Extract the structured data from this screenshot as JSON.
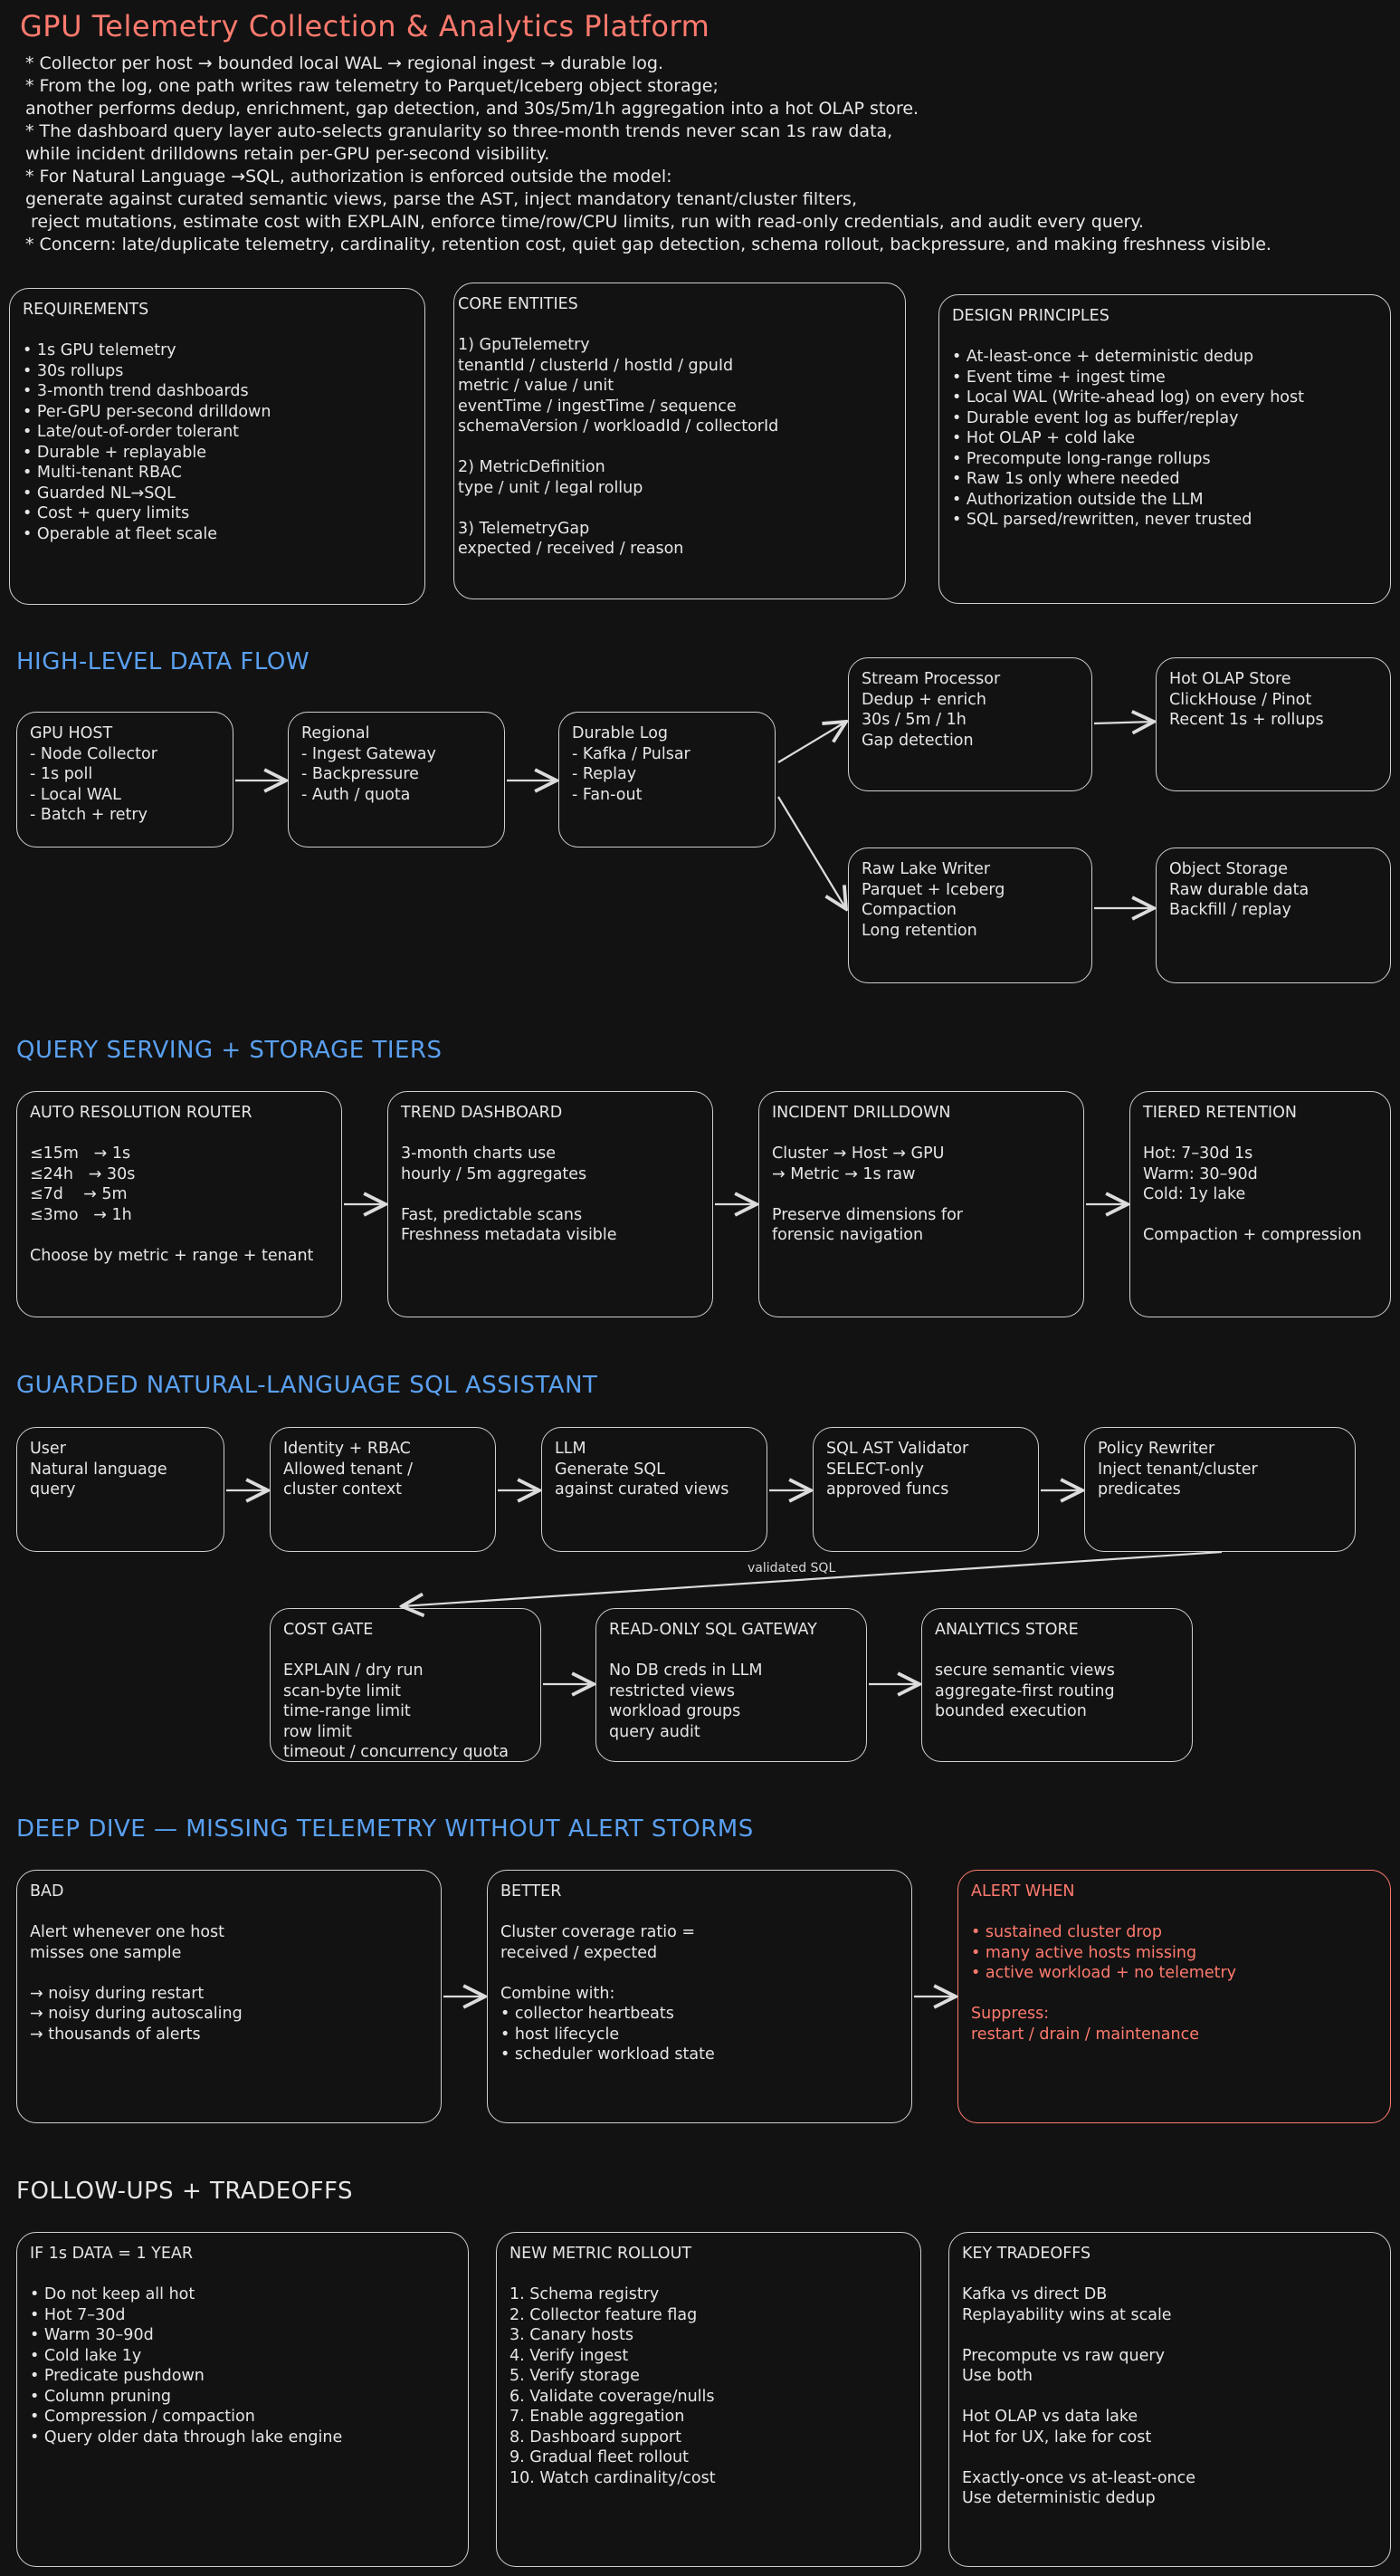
{
  "title": "GPU Telemetry Collection & Analytics Platform",
  "intro": [
    "* Collector per host → bounded local WAL → regional ingest → durable log.",
    "* From the log, one path writes raw telemetry to Parquet/Iceberg object storage;",
    "another performs dedup, enrichment, gap detection, and 30s/5m/1h aggregation into a hot OLAP store.",
    "* The dashboard query layer auto-selects granularity so three-month trends never scan 1s raw data,",
    "while incident drilldowns retain per-GPU per-second visibility.",
    "* For Natural Language →SQL, authorization is enforced outside the model:",
    "generate against curated semantic views, parse the AST, inject mandatory tenant/cluster filters,",
    " reject mutations, estimate cost with EXPLAIN, enforce time/row/CPU limits, run with read-only credentials, and audit every query.",
    "* Concern: late/duplicate telemetry, cardinality, retention cost, quiet gap detection, schema rollout, backpressure, and making freshness visible."
  ],
  "top_boxes": {
    "requirements": [
      "REQUIREMENTS",
      "",
      "• 1s GPU telemetry",
      "• 30s rollups",
      "• 3-month trend dashboards",
      "• Per-GPU per-second drilldown",
      "• Late/out-of-order tolerant",
      "• Durable + replayable",
      "• Multi-tenant RBAC",
      "• Guarded NL→SQL",
      "• Cost + query limits",
      "• Operable at fleet scale"
    ],
    "core_entities": [
      "CORE ENTITIES",
      "",
      "1) GpuTelemetry",
      "tenantId / clusterId / hostId / gpuId",
      "metric / value / unit",
      "eventTime / ingestTime / sequence",
      "schemaVersion / workloadId / collectorId",
      "",
      "2) MetricDefinition",
      "type / unit / legal rollup",
      "",
      "3) TelemetryGap",
      "expected / received / reason"
    ],
    "design_principles": [
      "DESIGN PRINCIPLES",
      "",
      "• At-least-once + deterministic dedup",
      "• Event time + ingest time",
      "• Local WAL (Write-ahead log) on every host",
      "• Durable event log as buffer/replay",
      "• Hot OLAP + cold lake",
      "• Precompute long-range rollups",
      "• Raw 1s only where needed",
      "• Authorization outside the LLM",
      "• SQL parsed/rewritten, never trusted"
    ]
  },
  "sections": {
    "data_flow": "HIGH-LEVEL DATA FLOW",
    "query_serving": "QUERY SERVING + STORAGE TIERS",
    "nl_sql": "GUARDED NATURAL-LANGUAGE SQL ASSISTANT",
    "deep_dive": "DEEP DIVE — MISSING TELEMETRY WITHOUT ALERT STORMS",
    "followups": "FOLLOW-UPS + TRADEOFFS"
  },
  "data_flow": {
    "gpu_host": [
      "GPU HOST",
      "- Node Collector",
      "- 1s poll",
      "- Local WAL",
      "- Batch + retry"
    ],
    "regional": [
      "Regional",
      "- Ingest Gateway",
      "- Backpressure",
      "- Auth / quota"
    ],
    "durable_log": [
      "Durable Log",
      "- Kafka / Pulsar",
      "- Replay",
      "- Fan-out"
    ],
    "stream_processor": [
      "Stream Processor",
      "Dedup + enrich",
      "30s / 5m / 1h",
      "Gap detection"
    ],
    "hot_olap": [
      "Hot OLAP Store",
      "ClickHouse / Pinot",
      "Recent 1s + rollups"
    ],
    "raw_lake_writer": [
      "Raw Lake Writer",
      "Parquet + Iceberg",
      "Compaction",
      "Long retention"
    ],
    "object_storage": [
      "Object Storage",
      "Raw durable data",
      "Backfill / replay"
    ]
  },
  "query_serving": {
    "router": [
      "AUTO RESOLUTION ROUTER",
      "",
      "≤15m   → 1s",
      "≤24h   → 30s",
      "≤7d    → 5m",
      "≤3mo   → 1h",
      "",
      "Choose by metric + range + tenant"
    ],
    "trend": [
      "TREND DASHBOARD",
      "",
      "3-month charts use",
      "hourly / 5m aggregates",
      "",
      "Fast, predictable scans",
      "Freshness metadata visible"
    ],
    "incident": [
      "INCIDENT DRILLDOWN",
      "",
      "Cluster → Host → GPU",
      "→ Metric → 1s raw",
      "",
      "Preserve dimensions for",
      "forensic navigation"
    ],
    "retention": [
      "TIERED RETENTION",
      "",
      "Hot: 7–30d 1s",
      "Warm: 30–90d",
      "Cold: 1y lake",
      "",
      "Compaction + compression"
    ]
  },
  "nl_sql": {
    "user": [
      "User",
      "Natural language",
      "query"
    ],
    "identity": [
      "Identity + RBAC",
      "Allowed tenant /",
      "cluster context"
    ],
    "llm": [
      "LLM",
      "Generate SQL",
      "against curated views"
    ],
    "validator": [
      "SQL AST Validator",
      "SELECT-only",
      "approved funcs"
    ],
    "policy": [
      "Policy Rewriter",
      "Inject tenant/cluster",
      "predicates"
    ],
    "edge_label": "validated SQL",
    "cost_gate": [
      "COST GATE",
      "",
      "EXPLAIN / dry run",
      "scan-byte limit",
      "time-range limit",
      "row limit",
      "timeout / concurrency quota"
    ],
    "gateway": [
      "READ-ONLY SQL GATEWAY",
      "",
      "No DB creds in LLM",
      "restricted views",
      "workload groups",
      "query audit"
    ],
    "analytics": [
      "ANALYTICS STORE",
      "",
      "secure semantic views",
      "aggregate-first routing",
      "bounded execution"
    ]
  },
  "deep_dive": {
    "bad": [
      "BAD",
      "",
      "Alert whenever one host",
      "misses one sample",
      "",
      "→ noisy during restart",
      "→ noisy during autoscaling",
      "→ thousands of alerts"
    ],
    "better": [
      "BETTER",
      "",
      "Cluster coverage ratio =",
      "received / expected",
      "",
      "Combine with:",
      "• collector heartbeats",
      "• host lifecycle",
      "• scheduler workload state"
    ],
    "alert_when": [
      "ALERT WHEN",
      "",
      "• sustained cluster drop",
      "• many active hosts missing",
      "• active workload + no telemetry",
      "",
      "Suppress:",
      "restart / drain / maintenance"
    ]
  },
  "followups": {
    "one_year": [
      "IF 1s DATA = 1 YEAR",
      "",
      "• Do not keep all hot",
      "• Hot 7–30d",
      "• Warm 30–90d",
      "• Cold lake 1y",
      "• Predicate pushdown",
      "• Column pruning",
      "• Compression / compaction",
      "• Query older data through lake engine"
    ],
    "rollout": [
      "NEW METRIC ROLLOUT",
      "",
      "1. Schema registry",
      "2. Collector feature flag",
      "3. Canary hosts",
      "4. Verify ingest",
      "5. Verify storage",
      "6. Validate coverage/nulls",
      "7. Enable aggregation",
      "8. Dashboard support",
      "9. Gradual fleet rollout",
      "10. Watch cardinality/cost"
    ],
    "tradeoffs": [
      "KEY TRADEOFFS",
      "",
      "Kafka vs direct DB",
      "Replayability wins at scale",
      "",
      "Precompute vs raw query",
      "Use both",
      "",
      "Hot OLAP vs data lake",
      "Hot for UX, lake for cost",
      "",
      "Exactly-once vs at-least-once",
      "Use deterministic dedup"
    ]
  },
  "colors": {
    "background": "#121212",
    "title": "#ff7a6e",
    "section": "#5aa0f0",
    "alert": "#ff7a6e",
    "stroke": "#cfcfcf"
  }
}
